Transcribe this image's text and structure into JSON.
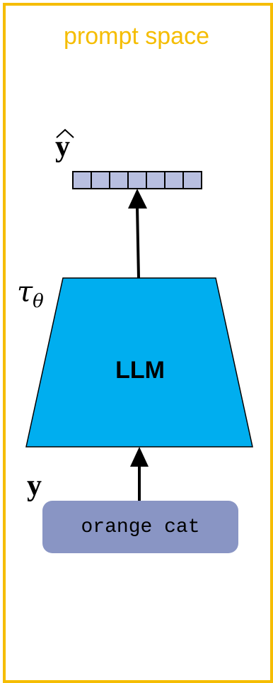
{
  "panel": {
    "title": "prompt space",
    "border_color": "#f5bd02"
  },
  "output": {
    "label": "y",
    "hat": "^",
    "vector_cells": 7,
    "vector_color": "#b8bfe0"
  },
  "model": {
    "label": "LLM",
    "param_symbol": "τ",
    "param_subscript": "θ",
    "color": "#00aeef"
  },
  "input": {
    "label": "y",
    "text": "orange cat",
    "box_color": "#8995c4"
  }
}
